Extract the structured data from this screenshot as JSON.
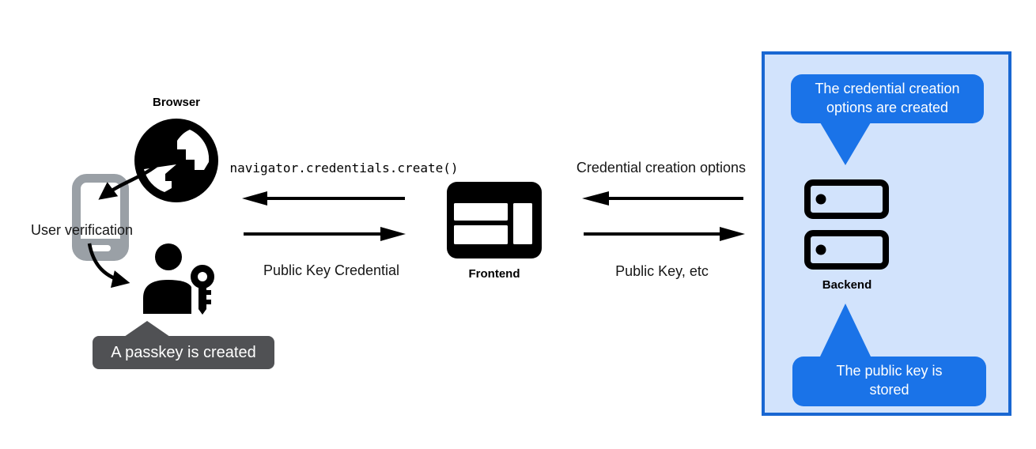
{
  "colors": {
    "callout_blue": "#1a73e8",
    "panel_background": "#d2e3fc",
    "panel_border": "#1967d2",
    "tooltip_gray": "#505154",
    "phone_gray": "#9aa0a6",
    "icon_black": "#000000"
  },
  "browser_group": {
    "label": "Browser",
    "user_verification_label": "User verification",
    "passkey_tooltip": "A passkey is created",
    "icons": {
      "globe": "globe-icon",
      "phone": "phone-icon",
      "user_key": "person-with-key-icon"
    }
  },
  "frontend_group": {
    "label": "Frontend",
    "icon": "browser-window-icon",
    "to_browser_arrow_label": "navigator.credentials.create()",
    "from_browser_arrow_label": "Public Key Credential"
  },
  "backend_group": {
    "label": "Backend",
    "icon": "server-stack-icon",
    "to_frontend_arrow_label": "Credential creation options",
    "from_frontend_arrow_label": "Public Key, etc",
    "top_callout": "The credential creation\noptions are created",
    "bottom_callout": "The public key is\nstored"
  }
}
